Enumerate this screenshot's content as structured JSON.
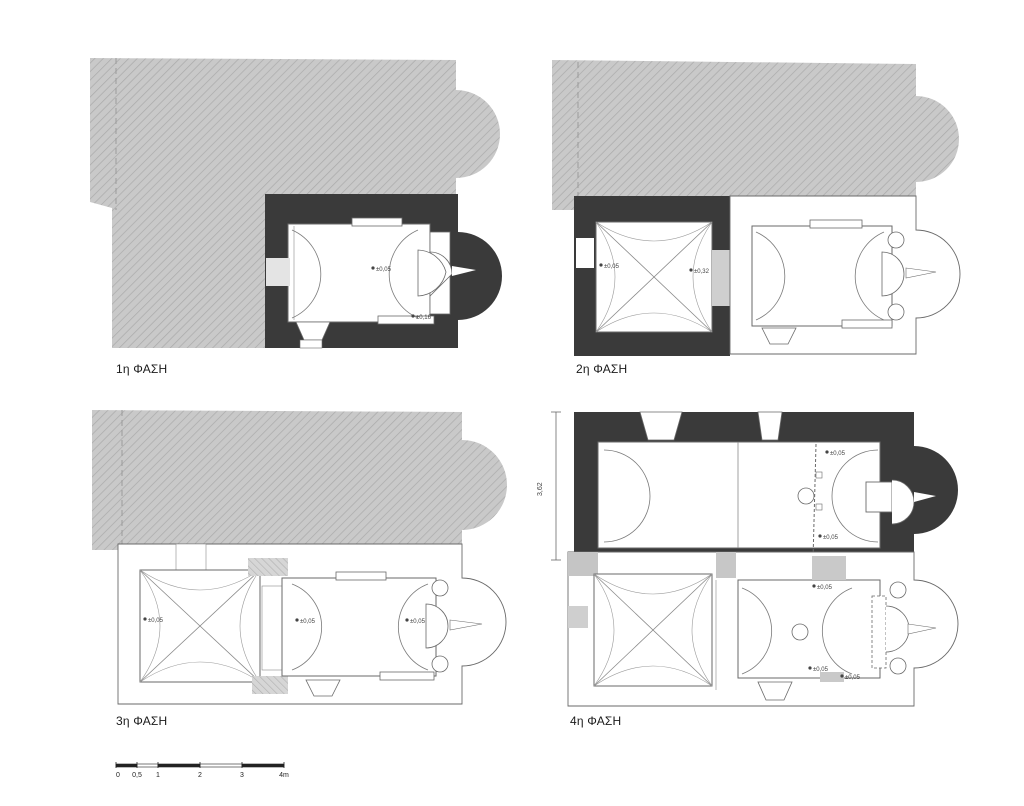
{
  "phases": [
    {
      "label": "1η ΦΑΣΗ"
    },
    {
      "label": "2η ΦΑΣΗ"
    },
    {
      "label": "3η ΦΑΣΗ"
    },
    {
      "label": "4η ΦΑΣΗ"
    }
  ],
  "elevations": {
    "p1_a": "±0,05",
    "p1_b": "±0,16",
    "p2_a": "±0,05",
    "p2_b": "±0,32",
    "p3_a": "±0,05",
    "p3_b": "±0,05",
    "p3_c": "±0,05",
    "p4_a": "±0,05",
    "p4_b": "±0,05",
    "p4_c": "±0,05",
    "p4_d": "±0,05",
    "p4_e": "±0,05"
  },
  "dimension_label": "3,62",
  "scale_bar": {
    "labels": [
      "0",
      "0,5",
      "1",
      "2",
      "3",
      "4m"
    ],
    "values": [
      0,
      0.5,
      1,
      2,
      3,
      4
    ]
  },
  "colors": {
    "hatch_bg": "#c8c8c8",
    "hatch_line": "#a9a9a9",
    "wall_dark": "#3a3a3a",
    "line": "#6a6a6a"
  }
}
